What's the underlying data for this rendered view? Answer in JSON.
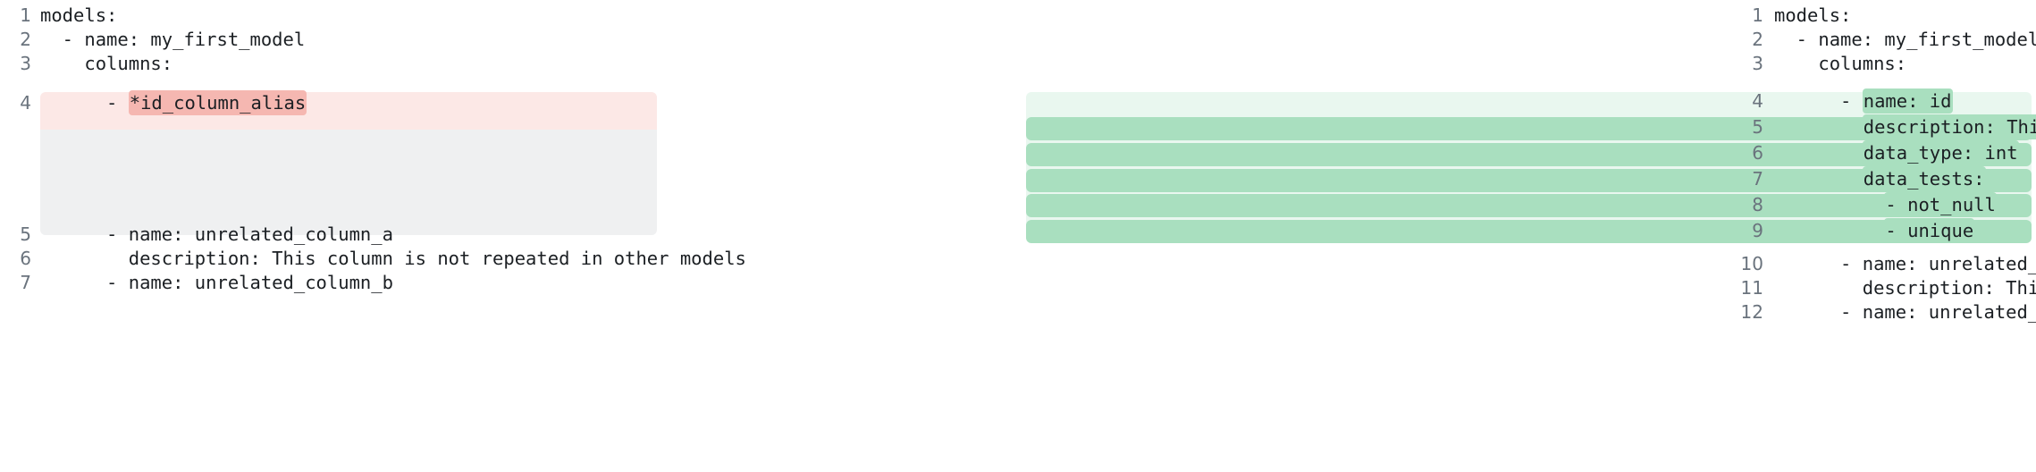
{
  "diff": {
    "type": "side-by-side-code-diff",
    "language": "yaml",
    "colors": {
      "deletion_block": "#fce8e6",
      "deletion_word": "#f5b7b1",
      "deletion_filler": "#eff0f1",
      "addition_block": "#e9f7ef",
      "addition_word": "#a9dfbf",
      "line_number": "#6a737d",
      "text": "#1b1f23",
      "page_background": "#ffffff"
    },
    "left": {
      "label": "before",
      "lines": [
        {
          "num": "1",
          "text": "models:",
          "state": "context"
        },
        {
          "num": "2",
          "text": "  - name: my_first_model",
          "state": "context"
        },
        {
          "num": "3",
          "text": "    columns:",
          "state": "context"
        },
        {
          "num": "4",
          "prefix": "      - ",
          "highlight": "*id_column_alias",
          "suffix": "",
          "state": "deleted"
        },
        {
          "num": "",
          "text": "",
          "state": "filler"
        },
        {
          "num": "",
          "text": "",
          "state": "filler"
        },
        {
          "num": "",
          "text": "",
          "state": "filler"
        },
        {
          "num": "",
          "text": "",
          "state": "filler"
        },
        {
          "num": "5",
          "text": "      - name: unrelated_column_a",
          "state": "context"
        },
        {
          "num": "6",
          "text": "        description: This column is not repeated in other models",
          "state": "context"
        },
        {
          "num": "7",
          "text": "      - name: unrelated_column_b",
          "state": "context"
        }
      ]
    },
    "right": {
      "label": "after",
      "lines": [
        {
          "num": "1",
          "text": "models:",
          "state": "context"
        },
        {
          "num": "2",
          "text": "  - name: my_first_model",
          "state": "context"
        },
        {
          "num": "3",
          "text": "    columns:",
          "state": "context"
        },
        {
          "num": "4",
          "prefix": "      - ",
          "highlight": "name: id",
          "suffix": "",
          "state": "added"
        },
        {
          "num": "5",
          "prefix": "        ",
          "highlight": "description: This is a unique identifier.",
          "suffix": "",
          "state": "added"
        },
        {
          "num": "6",
          "prefix": "        ",
          "highlight": "data_type: int",
          "suffix": "",
          "state": "added"
        },
        {
          "num": "7",
          "prefix": "        ",
          "highlight": "data_tests:",
          "suffix": "",
          "state": "added"
        },
        {
          "num": "8",
          "prefix": "          ",
          "highlight": "- not_null",
          "suffix": "",
          "state": "added"
        },
        {
          "num": "9",
          "prefix": "          ",
          "highlight": "- unique",
          "suffix": "",
          "state": "added"
        },
        {
          "num": "10",
          "text": "      - name: unrelated_column_a",
          "state": "context"
        },
        {
          "num": "11",
          "text": "        description: This column is not repeated in other models",
          "state": "context"
        },
        {
          "num": "12",
          "text": "      - name: unrelated_column_b",
          "state": "context"
        }
      ]
    }
  }
}
